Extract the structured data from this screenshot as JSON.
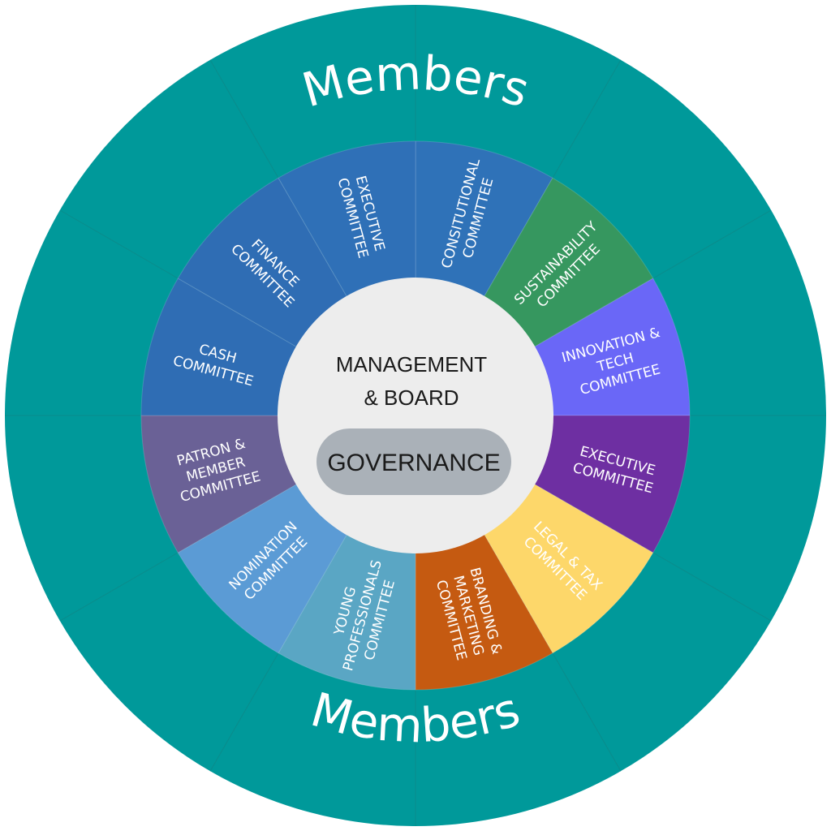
{
  "outer_ring": {
    "color": "#00999a",
    "top_label": "Members",
    "bottom_label": "Members"
  },
  "segments": [
    {
      "lines": [
        "CONSITUTIONAL",
        "COMMITTEE"
      ],
      "color": "#2f72b8"
    },
    {
      "lines": [
        "SUSTAINABILITY",
        "COMMITTEE"
      ],
      "color": "#36975f"
    },
    {
      "lines": [
        "INNOVATION &",
        "TECH",
        "COMMITTEE"
      ],
      "color": "#6a67f7"
    },
    {
      "lines": [
        "EXECUTIVE",
        "COMMITTEE"
      ],
      "color": "#6e2fa2"
    },
    {
      "lines": [
        "LEGAL & TAX",
        "COMMITTEE"
      ],
      "color": "#fdd76a"
    },
    {
      "lines": [
        "BRANDING &",
        "MARKETING",
        "COMMITTEE"
      ],
      "color": "#c55a11"
    },
    {
      "lines": [
        "YOUNG",
        "PROFESSIONALS",
        "COMMITTEE"
      ],
      "color": "#5aa6c4"
    },
    {
      "lines": [
        "NOMINATION",
        "COMMITTEE"
      ],
      "color": "#5b9bd5"
    },
    {
      "lines": [
        "PATRON &",
        "MEMBER",
        "COMMITTEE"
      ],
      "color": "#6a6196"
    },
    {
      "lines": [
        "CASH",
        "COMMITTEE"
      ],
      "color": "#2f6db4"
    },
    {
      "lines": [
        "FINANCE",
        "COMMITTEE"
      ],
      "color": "#2f6db4"
    },
    {
      "lines": [
        "EXECUTIVE",
        "COMMITTEE"
      ],
      "color": "#2f70b7"
    }
  ],
  "center": {
    "title_line1": "MANAGEMENT",
    "title_line2": "& BOARD",
    "governance_label": "GOVERNANCE",
    "circle_color": "#ededed",
    "governance_color": "#aab1b8"
  }
}
